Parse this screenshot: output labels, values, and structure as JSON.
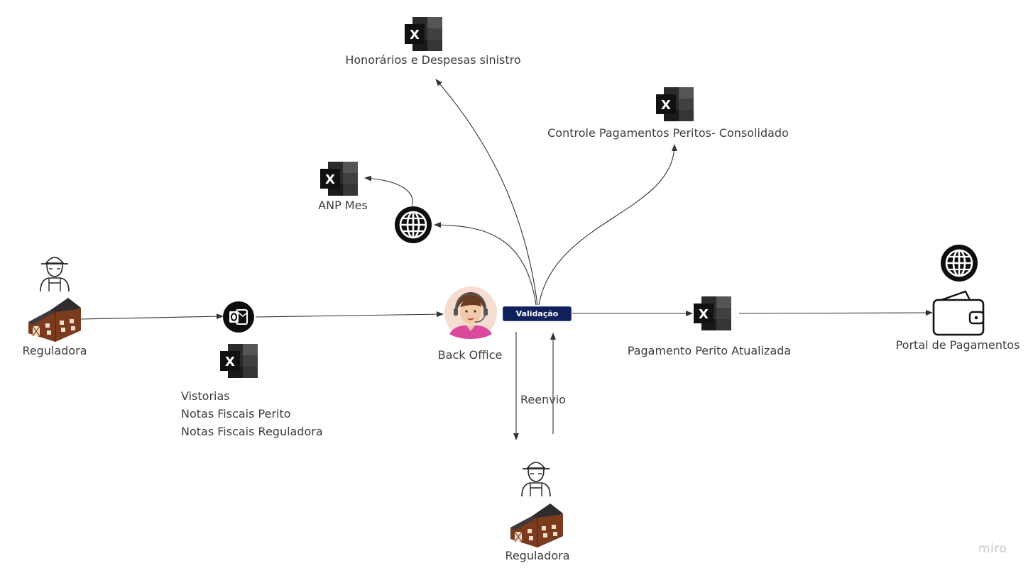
{
  "nodes": {
    "honorarios": "Honorários e Despesas sinistro",
    "controle": "Controle Pagamentos Peritos- Consolidado",
    "anp": "ANP Mes",
    "reguladora_left": "Reguladora",
    "reguladora_bottom": "Reguladora",
    "back_office": "Back Office",
    "validacao": "Validação",
    "pagamento": "Pagamento Perito Atualizada",
    "portal": "Portal de Pagamentos",
    "outlook_docs": [
      "Vistorias",
      "Notas Fiscais Perito",
      "Notas Fiscais Reguladora"
    ]
  },
  "edges": {
    "reenvio": "Reenvio"
  },
  "watermark": "miro",
  "colors": {
    "validacao_bg": "#10205a",
    "barn": "#7a3b1f",
    "excel_dark": "#1e1e1e",
    "line": "#333333"
  },
  "icons": [
    "excel-icon",
    "globe-icon",
    "outlook-icon",
    "farmer-icon",
    "barn-icon",
    "operator-avatar",
    "wallet-icon"
  ]
}
